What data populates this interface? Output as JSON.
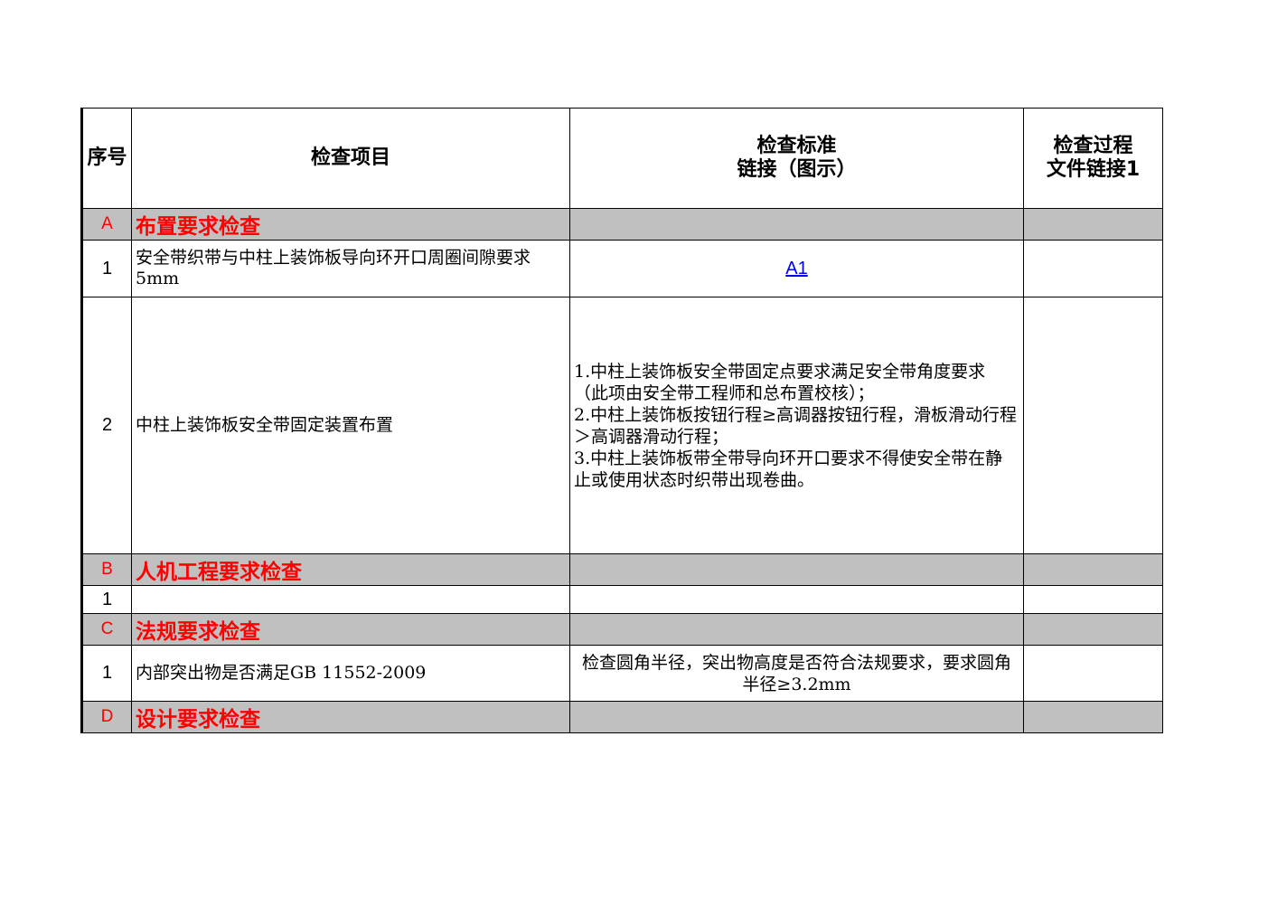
{
  "header": {
    "col_seq": "序号",
    "col_item": "检查项目",
    "col_std_line1": "检查标准",
    "col_std_line2": "链接（图示）",
    "col_proc_line1": "检查过程",
    "col_proc_line2": "文件链接1"
  },
  "sections": [
    {
      "code": "A",
      "title": "布置要求检查",
      "rows": [
        {
          "seq": "1",
          "item": "安全带织带与中柱上装饰板导向环开口周圈间隙要求5mm",
          "std_link": "A1"
        },
        {
          "seq": "2",
          "item": "中柱上装饰板安全带固定装置布置",
          "std_line1": "1.中柱上装饰板安全带固定点要求满足安全带角度要求（此项由安全带工程师和总布置校核）；",
          "std_line2": "2.中柱上装饰板按钮行程≥高调器按钮行程，滑板滑动行程＞高调器滑动行程；",
          "std_line3": "3.中柱上装饰板带全带导向环开口要求不得使安全带在静止或使用状态时织带出现卷曲。"
        }
      ]
    },
    {
      "code": "B",
      "title": "人机工程要求检查",
      "rows": [
        {
          "seq": "1"
        }
      ]
    },
    {
      "code": "C",
      "title": "法规要求检查",
      "rows": [
        {
          "seq": "1",
          "item": "内部突出物是否满足GB 11552-2009",
          "std_text": "检查圆角半径，突出物高度是否符合法规要求，要求圆角半径≥3.2mm"
        }
      ]
    },
    {
      "code": "D",
      "title": "设计要求检查"
    }
  ],
  "colors": {
    "section_fill": "#c0c0c0",
    "section_text": "#ff0000",
    "link": "#0000ee"
  }
}
